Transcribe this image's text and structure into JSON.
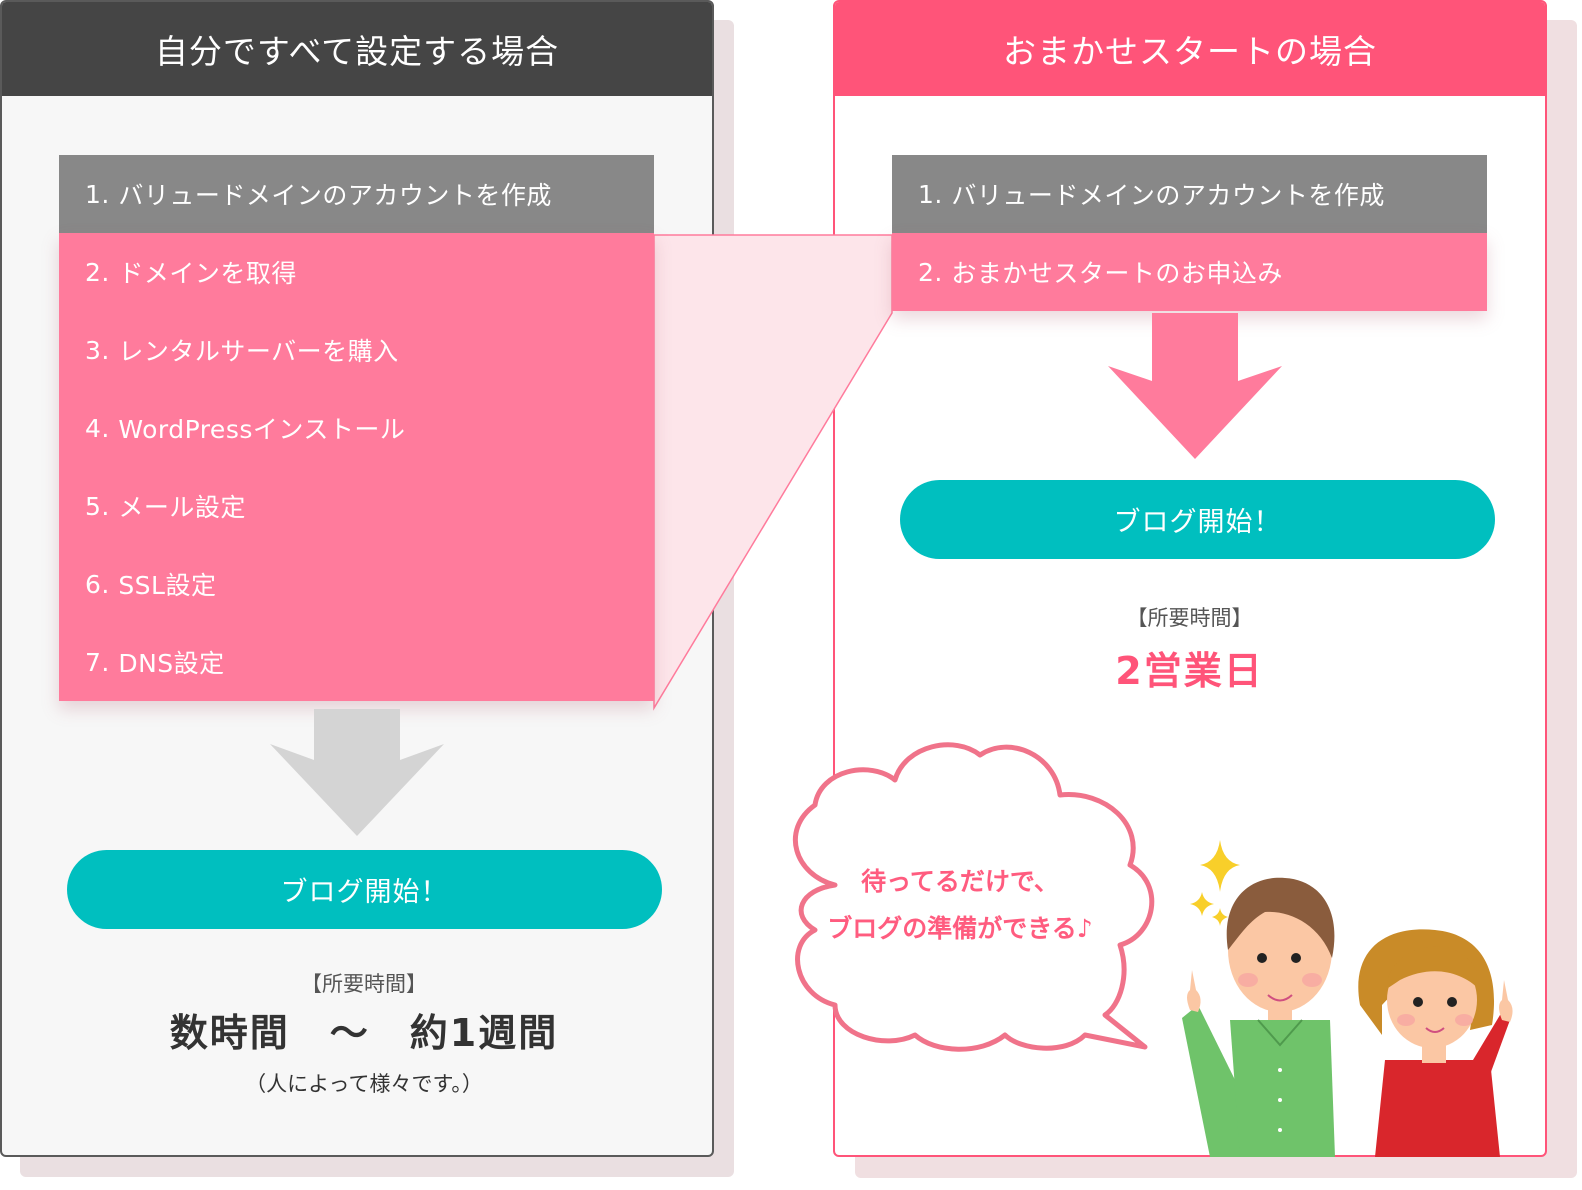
{
  "left_panel": {
    "title": "自分ですべて設定する場合",
    "steps": [
      {
        "number": "1.",
        "label": "バリュードメインのアカウントを作成",
        "highlight": false
      },
      {
        "number": "2.",
        "label": "ドメインを取得",
        "highlight": true
      },
      {
        "number": "3.",
        "label": "レンタルサーバーを購入",
        "highlight": true
      },
      {
        "number": "4.",
        "label": "WordPressインストール",
        "highlight": true
      },
      {
        "number": "5.",
        "label": "メール設定",
        "highlight": true
      },
      {
        "number": "6.",
        "label": "SSL設定",
        "highlight": true
      },
      {
        "number": "7.",
        "label": "DNS設定",
        "highlight": true
      }
    ],
    "cta_label": "ブログ開始！",
    "time_label": "【所要時間】",
    "time_value": "数時間　〜　約1週間",
    "time_note": "（人によって様々です。）"
  },
  "right_panel": {
    "title": "おまかせスタートの場合",
    "steps": [
      {
        "number": "1.",
        "label": "バリュードメインのアカウントを作成",
        "highlight": false
      },
      {
        "number": "2.",
        "label": "おまかせスタートのお申込み",
        "highlight": true
      }
    ],
    "cta_label": "ブログ開始！",
    "time_label": "【所要時間】",
    "time_value": "2営業日",
    "speech_bubble": {
      "line1": "待ってるだけで、",
      "line2": "ブログの準備ができる♪"
    },
    "illustration": "smiling-couple-pointing-up"
  },
  "colors": {
    "dark_header": "#454545",
    "pink_header": "#ff5479",
    "step_grey": "#888888",
    "step_pink": "#ff7b9c",
    "connector_fill": "#fde5ea",
    "cta_teal": "#00bfbf",
    "arrow_grey": "#d4d4d4",
    "arrow_pink": "#ff7b9c",
    "time_pink": "#ff5479",
    "sparkle_yellow": "#f8cf2a"
  }
}
